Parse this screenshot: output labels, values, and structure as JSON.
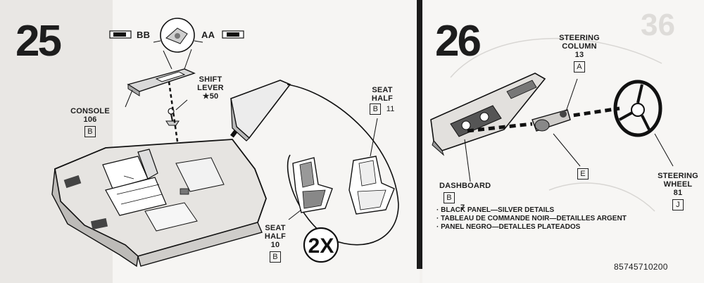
{
  "step25": {
    "number": "25",
    "label_bb": "BB",
    "label_aa": "AA",
    "console": {
      "name": "CONSOLE",
      "part": "106",
      "code": "B"
    },
    "shift_lever": {
      "name_line1": "SHIFT",
      "name_line2": "LEVER",
      "part": "★50"
    },
    "seat_half_top": {
      "name_line1": "SEAT",
      "name_line2": "HALF",
      "part": "11",
      "code": "B"
    },
    "seat_half_bottom": {
      "name_line1": "SEAT",
      "name_line2": "HALF",
      "part": "10",
      "code": "B"
    },
    "quantity": "2X"
  },
  "step26": {
    "number": "26",
    "steering_column": {
      "name_line1": "STEERING",
      "name_line2": "COLUMN",
      "part": "13",
      "code": "A"
    },
    "dashboard": {
      "name": "DASHBOARD",
      "part": "7",
      "code": "B"
    },
    "steering_wheel": {
      "name_line1": "STEERING",
      "name_line2": "WHEEL",
      "part": "81",
      "code": "J"
    },
    "callout_code": "E",
    "notes": [
      "· BLACK PANEL—SILVER DETAILS",
      "· TABLEAU DE COMMANDE NOIR—DETAILLES ARGENT",
      "· PANEL NEGRO—DETALLES PLATEADOS"
    ]
  },
  "part_number": "85745710200"
}
